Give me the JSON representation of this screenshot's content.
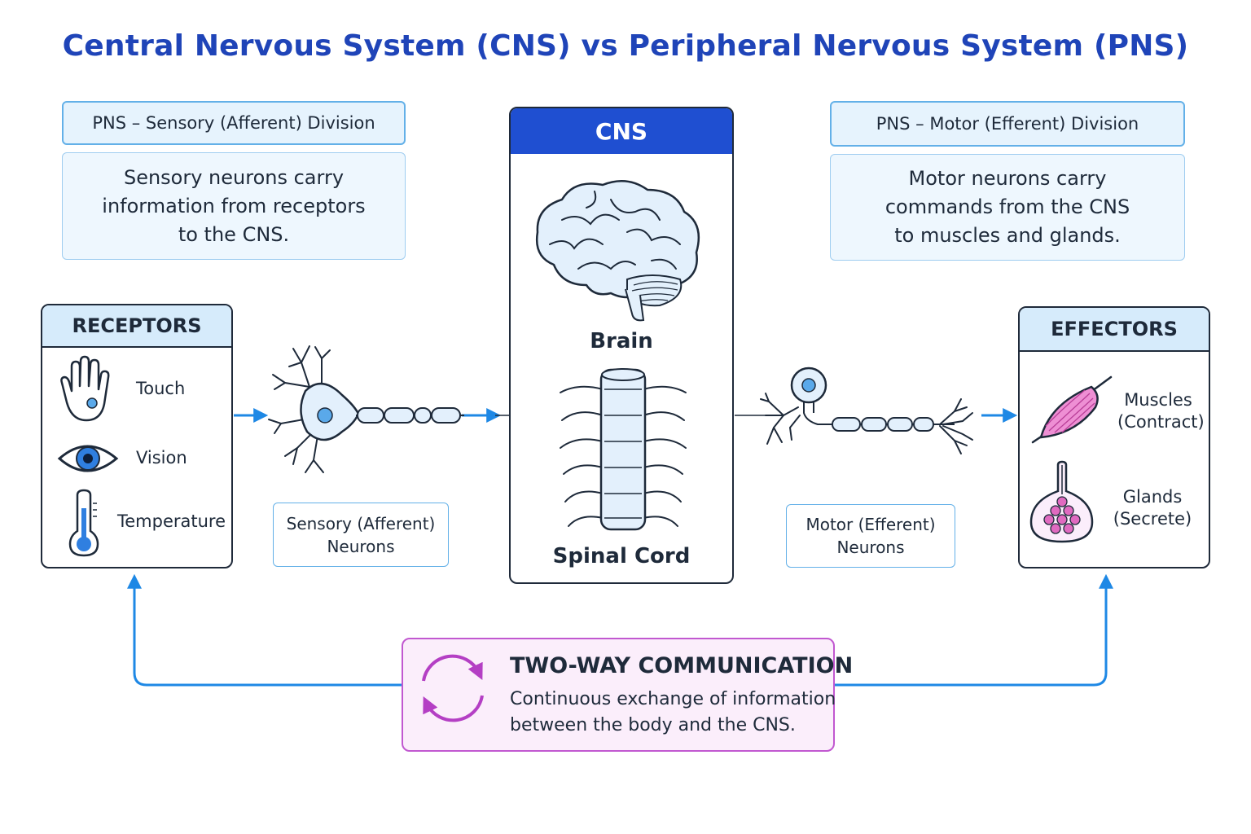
{
  "title": "Central Nervous System (CNS) vs Peripheral Nervous System (PNS)",
  "sensory_division": {
    "heading": "PNS – Sensory (Afferent) Division",
    "line1": "Sensory neurons carry",
    "line2": "information from receptors",
    "line3": "to the CNS."
  },
  "motor_division": {
    "heading": "PNS – Motor (Efferent) Division",
    "line1": "Motor neurons carry",
    "line2": "commands from the CNS",
    "line3": "to muscles and glands."
  },
  "cns": {
    "heading": "CNS",
    "brain_label": "Brain",
    "spinal_label": "Spinal Cord"
  },
  "receptors": {
    "heading": "RECEPTORS",
    "items": [
      {
        "label": "Touch",
        "icon": "hand-icon"
      },
      {
        "label": "Vision",
        "icon": "eye-icon"
      },
      {
        "label": "Temperature",
        "icon": "thermometer-icon"
      }
    ]
  },
  "effectors": {
    "heading": "EFFECTORS",
    "items": [
      {
        "line1": "Muscles",
        "line2": "(Contract)",
        "icon": "muscle-icon"
      },
      {
        "line1": "Glands",
        "line2": "(Secrete)",
        "icon": "gland-icon"
      }
    ]
  },
  "sensory_neuron": {
    "line1": "Sensory (Afferent)",
    "line2": "Neurons"
  },
  "motor_neuron": {
    "line1": "Motor (Efferent)",
    "line2": "Neurons"
  },
  "communication": {
    "heading": "TWO-WAY COMMUNICATION",
    "line1": "Continuous exchange of information",
    "line2": "between the body and the CNS."
  },
  "colors": {
    "title": "#1f44b8",
    "cns_header": "#1f4fd1",
    "arrow": "#1e88e5",
    "communication_accent": "#b43fc4",
    "effector_pink": "#e06ac0"
  }
}
